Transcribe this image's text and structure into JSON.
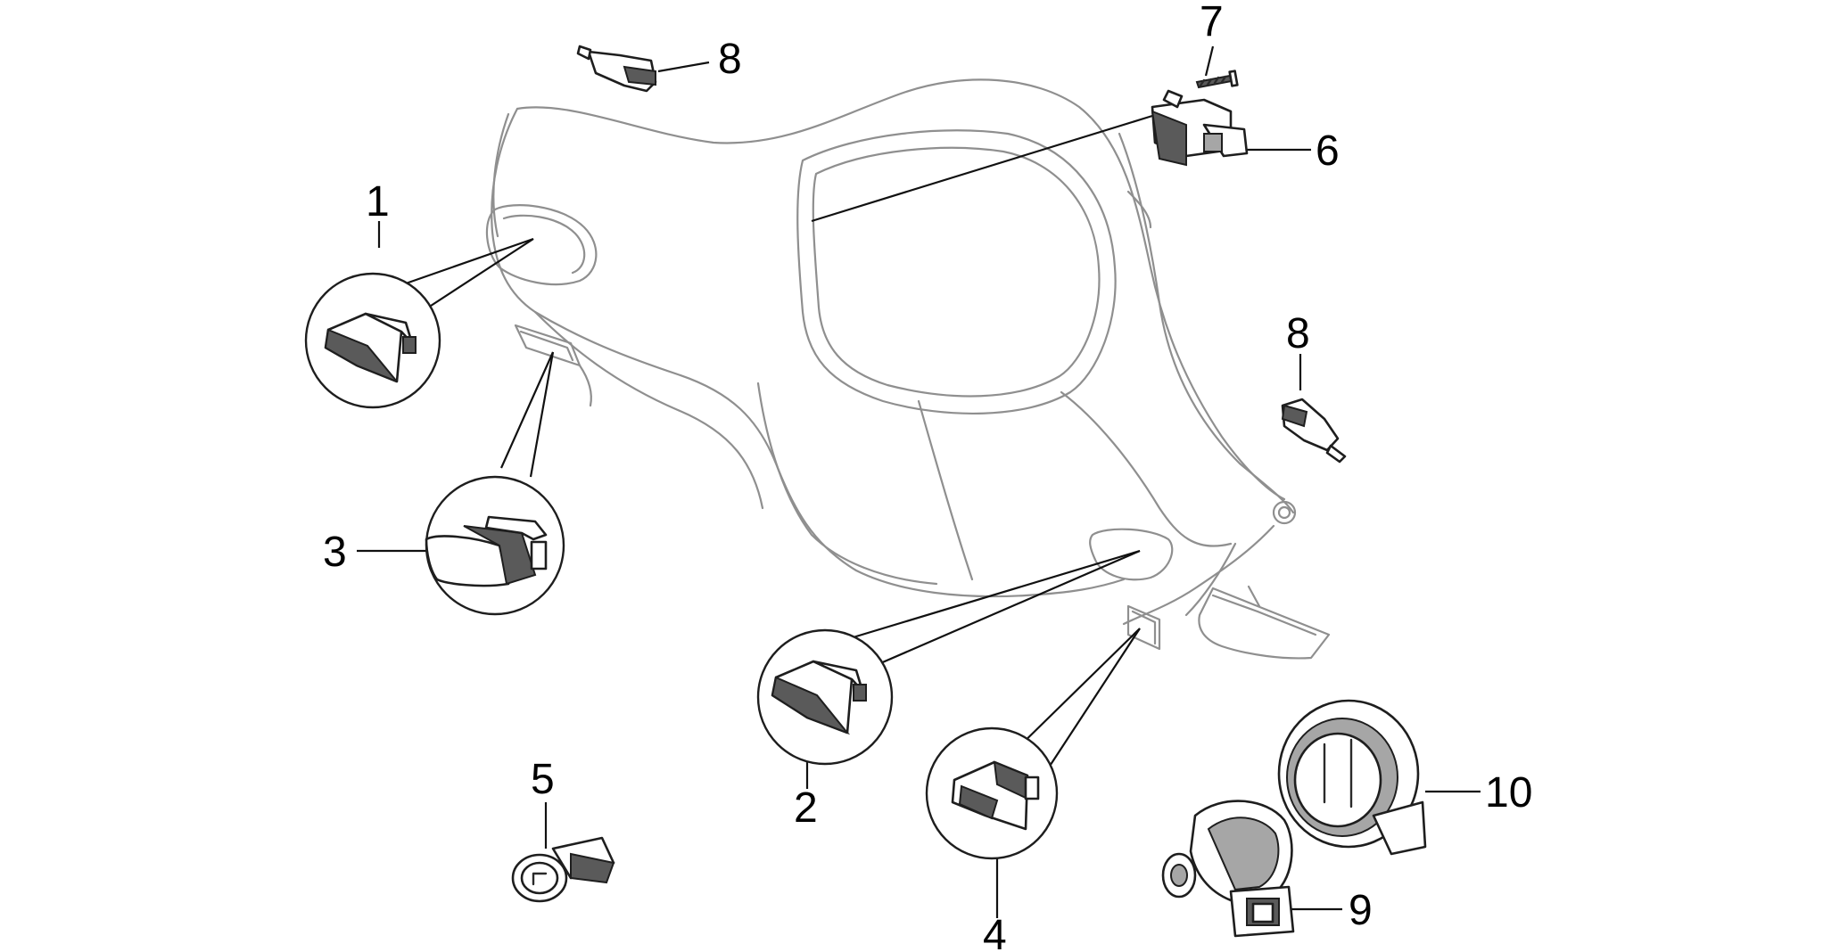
{
  "labels": {
    "l1": "1",
    "l2": "2",
    "l3": "3",
    "l4": "4",
    "l5": "5",
    "l6": "6",
    "l7": "7",
    "l8a": "8",
    "l8b": "8",
    "l9": "9",
    "l10": "10"
  }
}
